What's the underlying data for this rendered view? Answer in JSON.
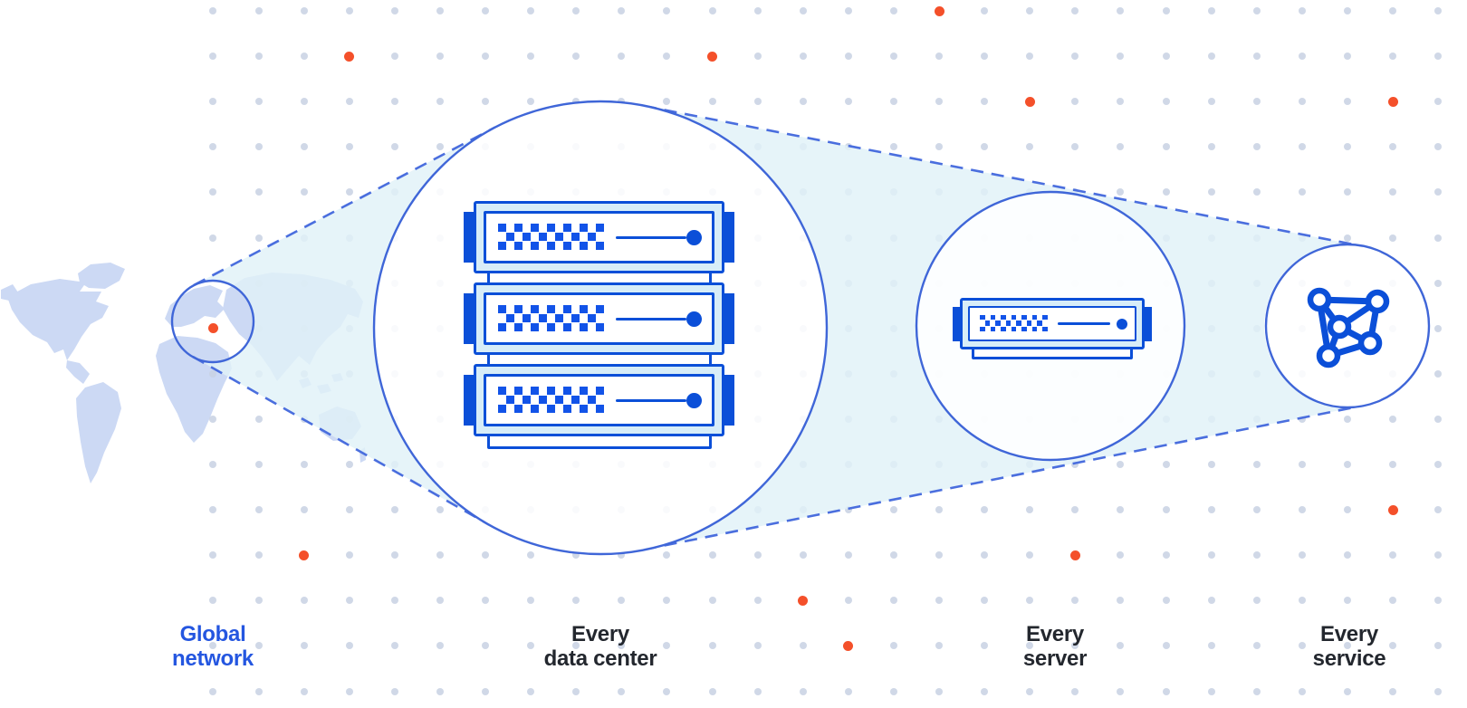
{
  "diagram_title": "Global network zoom diagram",
  "stages": [
    {
      "id": "global-network",
      "label_line1": "Global",
      "label_line2": "network",
      "label_color": "#2456e0",
      "icon": "world-map-location-circle"
    },
    {
      "id": "data-center",
      "label_line1": "Every",
      "label_line2": "data center",
      "label_color": "#23272e",
      "icon": "server-rack-3-units"
    },
    {
      "id": "server",
      "label_line1": "Every",
      "label_line2": "server",
      "label_color": "#23272e",
      "icon": "server-single-unit"
    },
    {
      "id": "service",
      "label_line1": "Every",
      "label_line2": "service",
      "label_color": "#23272e",
      "icon": "mesh-network"
    }
  ],
  "colors": {
    "accent_blue": "#0b4fd8",
    "circle_stroke_blue": "#3f66d8",
    "dashed_line_blue": "#4a6ede",
    "server_light_cyan": "#d7edf8",
    "cone_light_cyan": "#e0f1f8",
    "map_blue": "#ccd9f4",
    "grid_dot_gray": "#c8d1e3",
    "accent_orange": "#f4502a",
    "label_dark": "#23272e",
    "label_blue": "#2456e0"
  },
  "orange_dots_grid_positions": [
    [
      7,
      1
    ],
    [
      15,
      1
    ],
    [
      20,
      0
    ],
    [
      22,
      2
    ],
    [
      30,
      2
    ],
    [
      30,
      11
    ],
    [
      6,
      12
    ],
    [
      23,
      12
    ],
    [
      17,
      13
    ],
    [
      18,
      14
    ],
    [
      4,
      7
    ]
  ]
}
